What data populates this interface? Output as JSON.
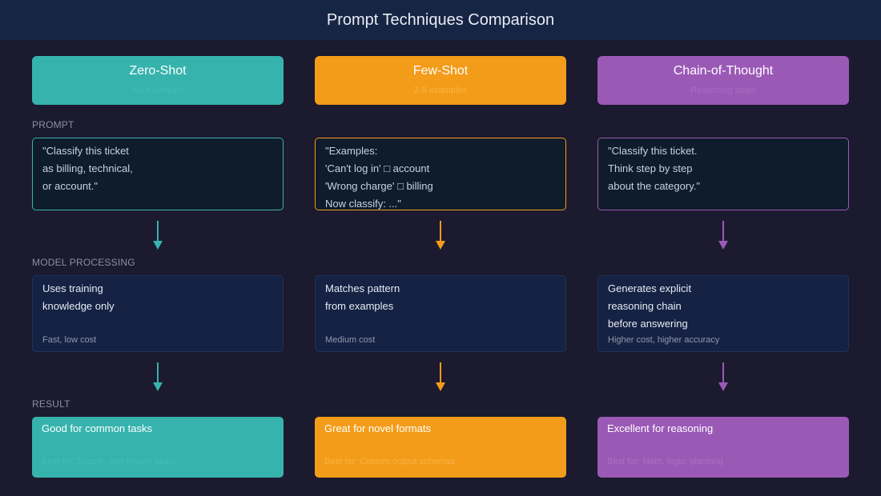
{
  "header": {
    "title": "Prompt Techniques Comparison"
  },
  "sections": {
    "prompt": "PROMPT",
    "processing": "MODEL PROCESSING",
    "result": "RESULT"
  },
  "colors": {
    "zero_shot": "#36b3ad",
    "few_shot": "#f39c19",
    "chain_of_thought": "#9b59b6"
  },
  "columns": [
    {
      "name": "Zero-Shot",
      "subtitle": "No examples",
      "prompt_lines": [
        "\"Classify this ticket",
        "as billing, technical,",
        "or account.\""
      ],
      "process_lines": [
        "Uses training",
        "knowledge only"
      ],
      "cost": "Fast, low cost",
      "result": "Good for common tasks",
      "best_for": "Best for: Simple, well-known tasks"
    },
    {
      "name": "Few-Shot",
      "subtitle": "2-5 examples",
      "prompt_lines": [
        "\"Examples:",
        "'Can't log in' □ account",
        "'Wrong charge' □ billing",
        "Now classify: ...\""
      ],
      "process_lines": [
        "Matches pattern",
        "from examples"
      ],
      "cost": "Medium cost",
      "result": "Great for novel formats",
      "best_for": "Best for: Custom output schemas"
    },
    {
      "name": "Chain-of-Thought",
      "subtitle": "Reasoning steps",
      "prompt_lines": [
        "\"Classify this ticket.",
        "Think step by step",
        "about the category.\""
      ],
      "process_lines": [
        "Generates explicit",
        "reasoning chain",
        "before answering"
      ],
      "cost": "Higher cost, higher accuracy",
      "result": "Excellent for reasoning",
      "best_for": "Best for: Math, logic, planning"
    }
  ]
}
